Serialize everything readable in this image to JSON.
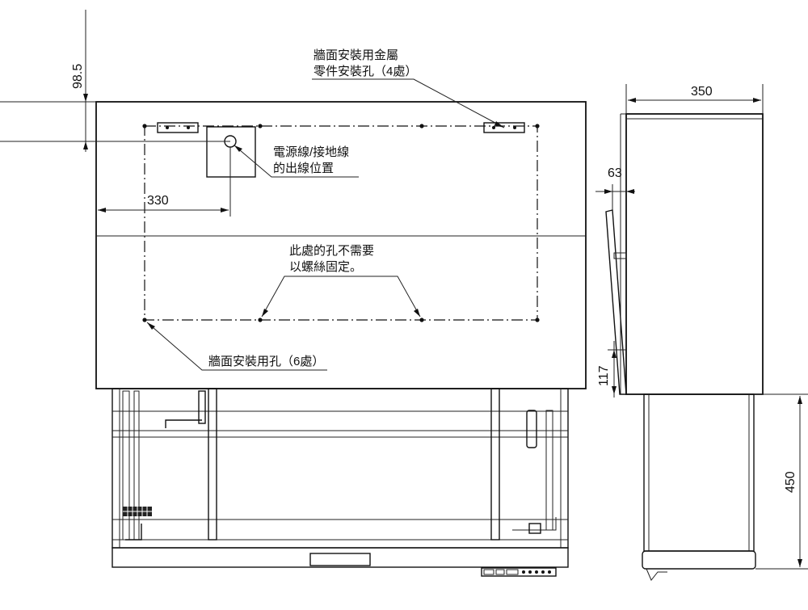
{
  "labels": {
    "metal_holes_line1": "牆面安裝用金屬",
    "metal_holes_line2": "零件安裝孔（4處）",
    "power_line1": "電源線/接地線",
    "power_line2": "的出線位置",
    "no_screw_line1": "此處的孔不需要",
    "no_screw_line2": "以螺絲固定。",
    "wall_holes": "牆面安裝用孔（6處）"
  },
  "dimensions": {
    "top_offset": "98.5",
    "left_offset": "330",
    "depth": "350",
    "bracket": "63",
    "cabinet_gap": "117",
    "stand_height": "450"
  }
}
